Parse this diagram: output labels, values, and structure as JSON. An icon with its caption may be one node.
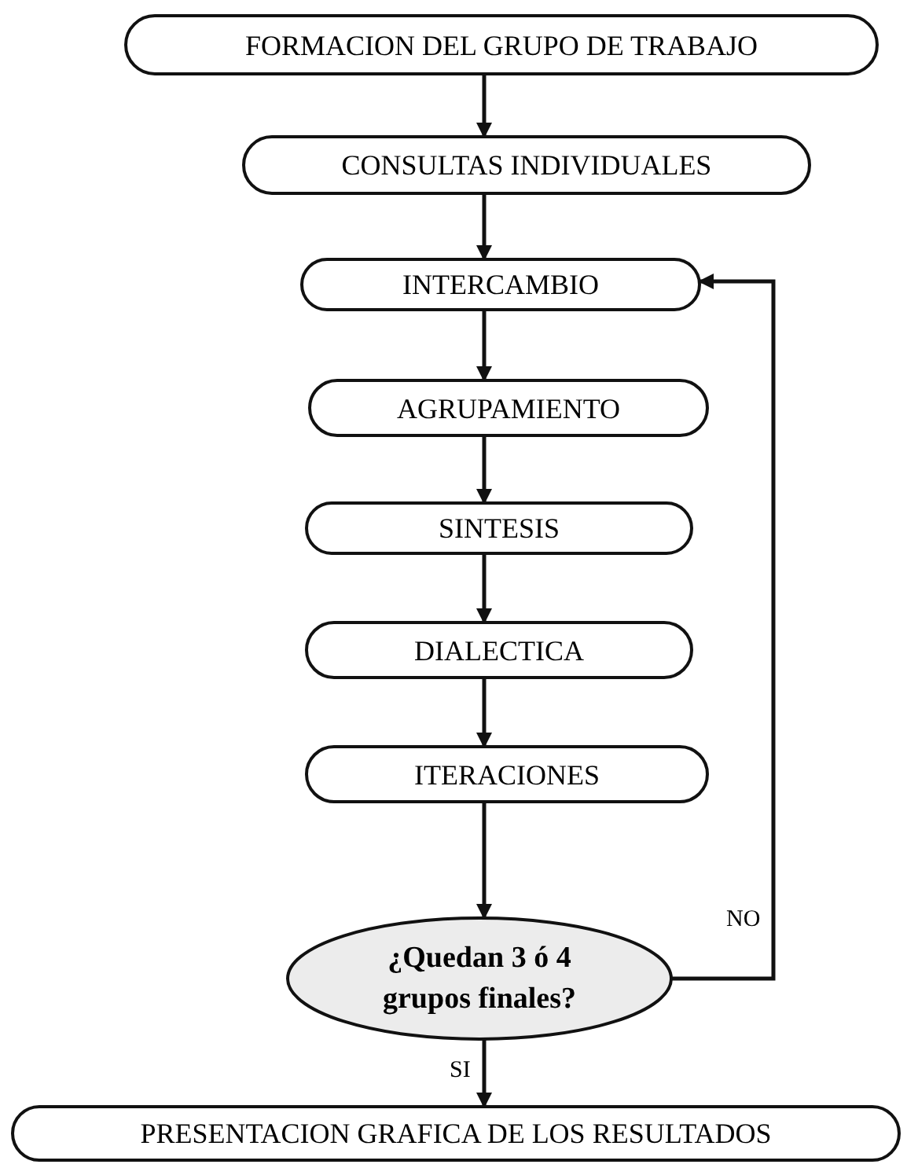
{
  "diagram": {
    "nodes": [
      {
        "text": [
          "FORMACION DEL GRUPO DE TRABAJO"
        ]
      },
      {
        "text": [
          "CONSULTAS INDIVIDUALES"
        ]
      },
      {
        "text": [
          "INTERCAMBIO"
        ]
      },
      {
        "text": [
          "AGRUPAMIENTO"
        ]
      },
      {
        "text": [
          "SINTESIS"
        ]
      },
      {
        "text": [
          "DIALECTICA"
        ]
      },
      {
        "text": [
          "ITERACIONES"
        ]
      },
      {
        "text": [
          "¿Quedan 3 ó 4 grupos finales?"
        ]
      },
      {
        "text": [
          "PRESENTACION GRAFICA DE LOS RESULTADOS"
        ]
      }
    ],
    "edges": [
      {
        "from": 0,
        "to": 1,
        "arrow": "to"
      },
      {
        "from": 1,
        "to": 2,
        "arrow": "to"
      },
      {
        "from": 2,
        "to": 3,
        "arrow": "to"
      },
      {
        "from": 3,
        "to": 4,
        "arrow": "to"
      },
      {
        "from": 4,
        "to": 5,
        "arrow": "to"
      },
      {
        "from": 5,
        "to": 6,
        "arrow": "to"
      },
      {
        "from": 6,
        "to": 7,
        "arrow": "to"
      },
      {
        "from": 7,
        "to": 2,
        "arrow": "to",
        "label": "NO"
      },
      {
        "from": 7,
        "to": 8,
        "arrow": "to",
        "label": "SI"
      }
    ]
  }
}
